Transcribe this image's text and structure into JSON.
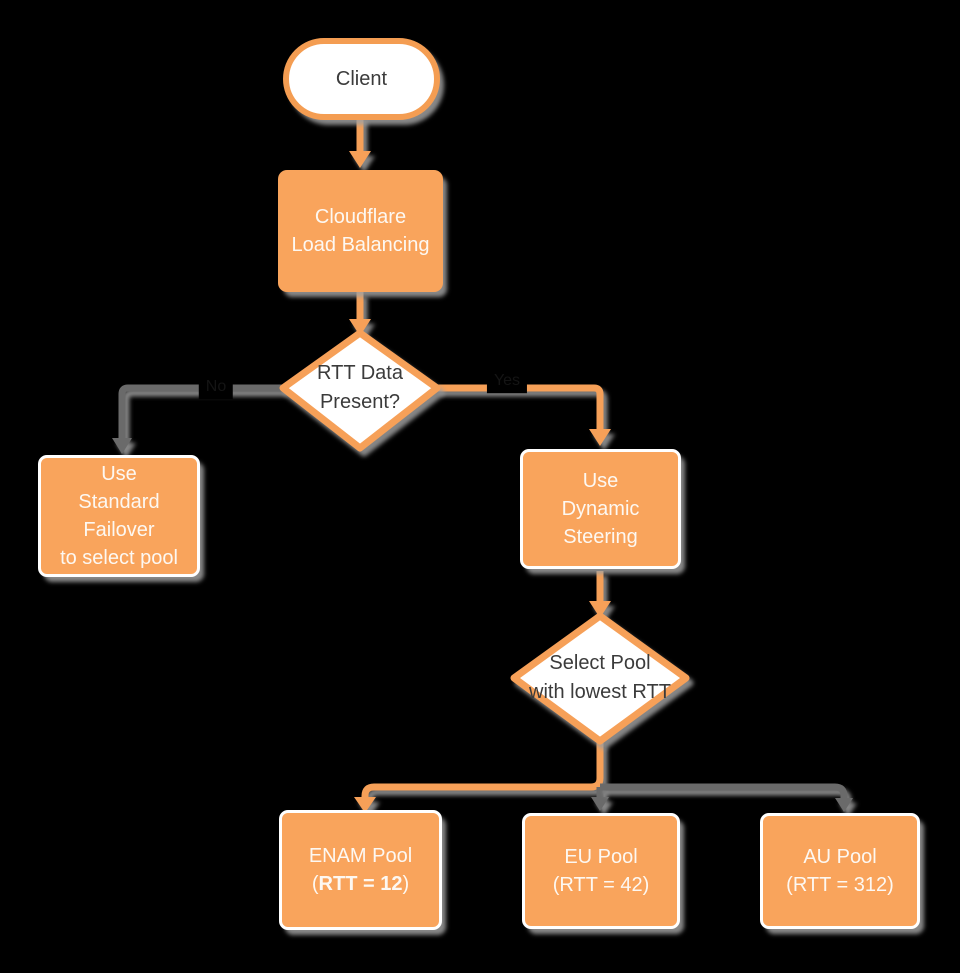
{
  "nodes": {
    "client": {
      "label": "Client"
    },
    "cloudflare_lb": {
      "lines": [
        "Cloudflare",
        "Load Balancing"
      ]
    },
    "rtt_decision": {
      "lines": [
        "RTT Data",
        "Present?"
      ]
    },
    "standard_failover": {
      "lines": [
        "Use",
        "Standard Failover",
        "to select pool"
      ]
    },
    "dynamic_steering": {
      "lines": [
        "Use",
        "Dynamic Steering"
      ]
    },
    "select_pool": {
      "lines": [
        "Select Pool",
        "with lowest RTT"
      ]
    },
    "enam_pool": {
      "title": "ENAM Pool",
      "rtt_open": "(",
      "rtt_value": "RTT = 12",
      "rtt_close": ")"
    },
    "eu_pool": {
      "lines": [
        "EU Pool",
        "(RTT = 42)"
      ]
    },
    "au_pool": {
      "lines": [
        "AU Pool",
        "(RTT = 312)"
      ]
    }
  },
  "edge_labels": {
    "no": "No",
    "yes": "Yes"
  },
  "colors": {
    "background": "#000000",
    "node_orange": "#F9A45C",
    "stroke_orange": "#F49D52",
    "line_gray": "#6A6A6A",
    "shadow_gray": "#9E9E9E",
    "text_on_orange": "#FDF8F2",
    "text_dark": "#3B3B3B",
    "edge_label_text": "#141414",
    "white": "#FFFFFF"
  }
}
